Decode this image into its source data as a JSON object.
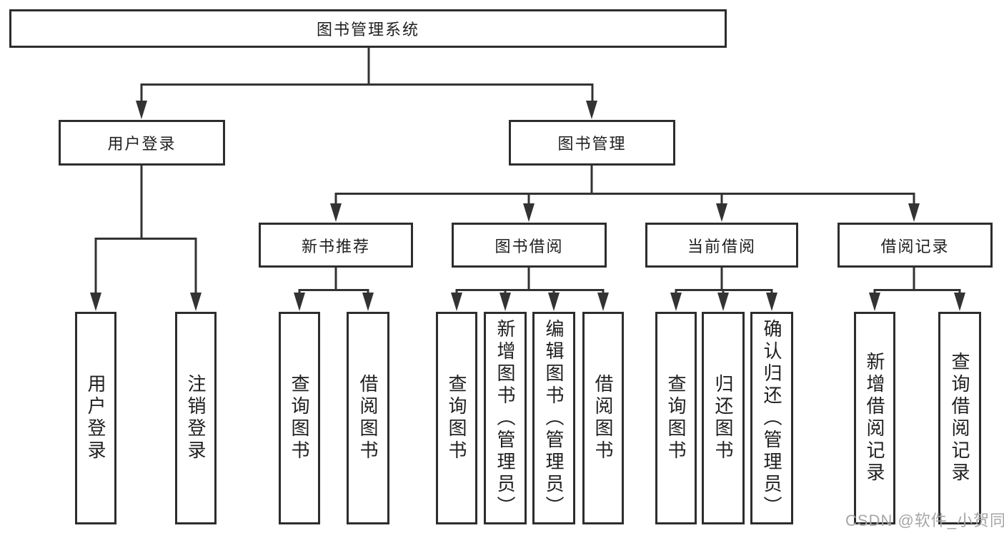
{
  "tree": {
    "label": "图书管理系统",
    "children": [
      {
        "label": "用户登录",
        "children": [
          {
            "label": "用户登录"
          },
          {
            "label": "注销登录"
          }
        ]
      },
      {
        "label": "图书管理",
        "children": [
          {
            "label": "新书推荐",
            "children": [
              {
                "label": "查询图书"
              },
              {
                "label": "借阅图书"
              }
            ]
          },
          {
            "label": "图书借阅",
            "children": [
              {
                "label": "查询图书"
              },
              {
                "label": "新增图书（管理员）"
              },
              {
                "label": "编辑图书（管理员）"
              },
              {
                "label": "借阅图书"
              }
            ]
          },
          {
            "label": "当前借阅",
            "children": [
              {
                "label": "查询图书"
              },
              {
                "label": "归还图书"
              },
              {
                "label": "确认归还（管理员）"
              }
            ]
          },
          {
            "label": "借阅记录",
            "children": [
              {
                "label": "新增借阅记录"
              },
              {
                "label": "查询借阅记录"
              }
            ]
          }
        ]
      }
    ]
  },
  "watermark": {
    "text": "CSDN @软件_小贺同学"
  },
  "colors": {
    "line": "#333333",
    "box_border": "#2d2d2d",
    "text": "#1f1f1f",
    "watermark": "#a6a6a6",
    "background": "#ffffff"
  }
}
